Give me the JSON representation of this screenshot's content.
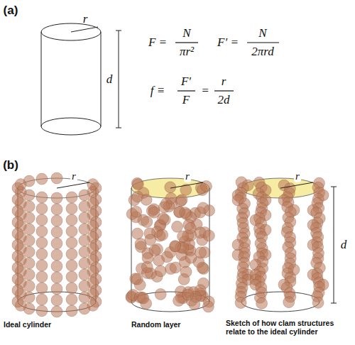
{
  "diagram": {
    "labels": [
      "(a)",
      "r",
      "d",
      "F =",
      "N",
      "πr²",
      "F′ =",
      "N",
      "2πrd",
      "f ≡",
      "F′",
      "F",
      "=",
      "r",
      "2d",
      "(b)",
      "r",
      "r",
      "r",
      "d",
      "Ideal cylinder",
      "Random layer",
      "Sketch of how clam structures relate to the ideal cylinder"
    ]
  }
}
